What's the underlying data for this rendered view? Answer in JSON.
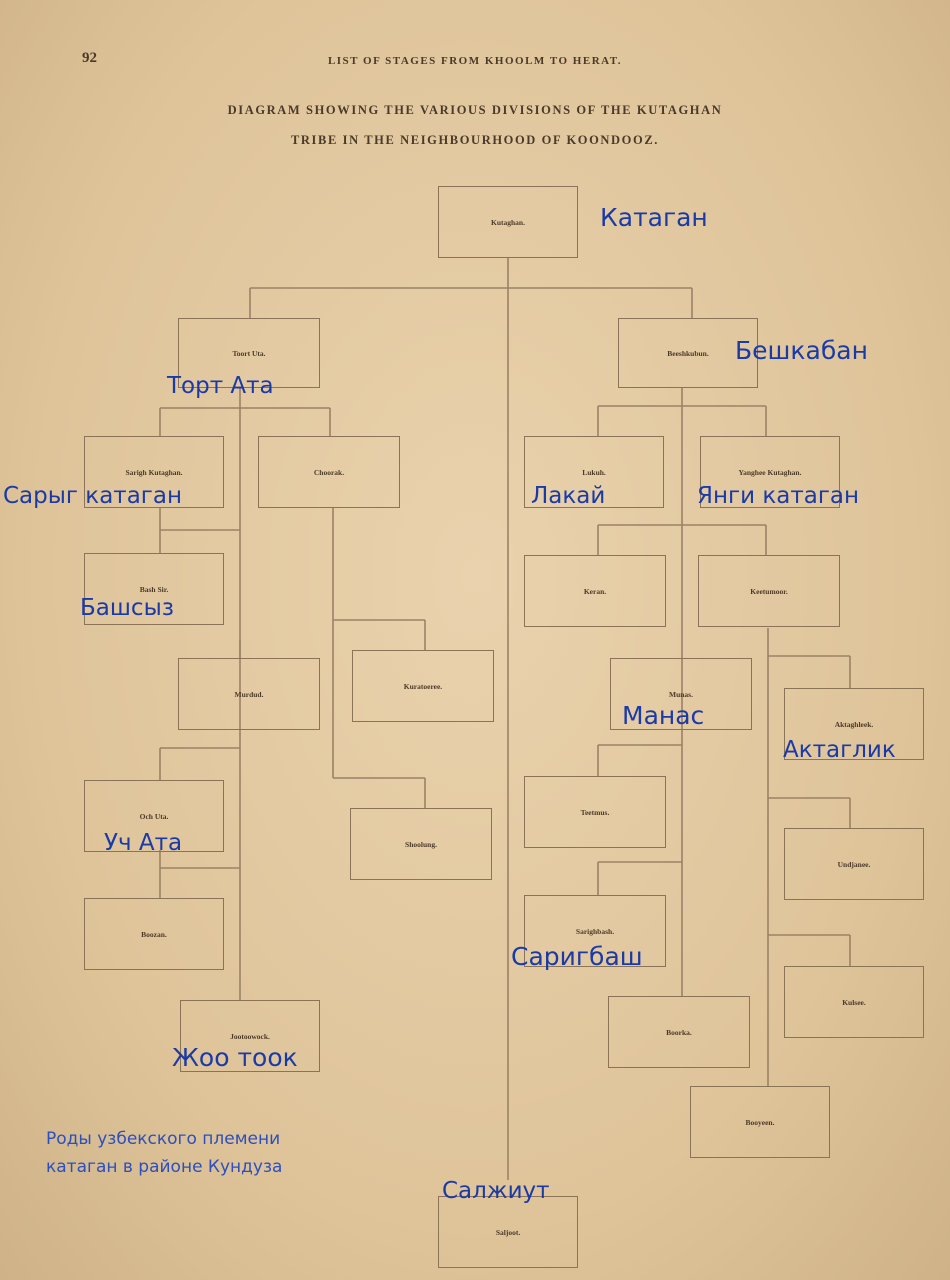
{
  "page": {
    "number": "92",
    "running_title": "LIST OF STAGES FROM KHOOLM TO HERAT.",
    "diagram_title_line1": "DIAGRAM SHOWING THE VARIOUS DIVISIONS OF THE KUTAGHAN",
    "diagram_title_line2": "TRIBE IN THE NEIGHBOURHOOD OF KOONDOOZ."
  },
  "nodes": {
    "kutaghan": "Kutaghan.",
    "toort_uta": "Toort Uta.",
    "beeshkubun": "Beeshkubun.",
    "sarigh_kutaghan": "Sarigh Kutaghan.",
    "choorak": "Choorak.",
    "lukuh": "Lukuh.",
    "yanghee_kutaghan": "Yanghee Kutaghan.",
    "bash_sir": "Bash Sir.",
    "keran": "Keran.",
    "keetumoor": "Keetumoor.",
    "murdud": "Murdud.",
    "kuratoeree": "Kuratoeree.",
    "munas": "Munas.",
    "aktaghleek": "Aktaghleek.",
    "och_uta": "Och Uta.",
    "shoolung": "Shoolung.",
    "teetmus": "Teetmus.",
    "undjanee": "Undjanee.",
    "boozan": "Boozan.",
    "sarighbash": "Sarighbash.",
    "kulsee": "Kulsee.",
    "jootoowock": "Jootoowock.",
    "boorka": "Boorka.",
    "booyeen": "Booyeen.",
    "saljoot": "Saljoot."
  },
  "annotations": {
    "kutaghan": "Катаган",
    "beeshkubun": "Бешкабан",
    "toort_uta": "Торт Ата",
    "sarigh_kutaghan": "Сарыг катаган",
    "lukuh": "Лакай",
    "yanghee_kutaghan": "Янги катаган",
    "bash_sir": "Башсыз",
    "munas": "Манас",
    "aktaghleek": "Актаглик",
    "och_uta": "Уч Ата",
    "sarighbash": "Саригбаш",
    "jootoowock": "Жоо тоок",
    "saljoot": "Салжиут",
    "caption_line1": "Роды узбекского племени",
    "caption_line2": "катаган в районе Кундуза"
  },
  "colors": {
    "paper": "#e3c9a2",
    "ink": "#4a3a2a",
    "box_border": "#8b7358",
    "line": "#9a8266",
    "annotation": "#1a3aa6"
  }
}
